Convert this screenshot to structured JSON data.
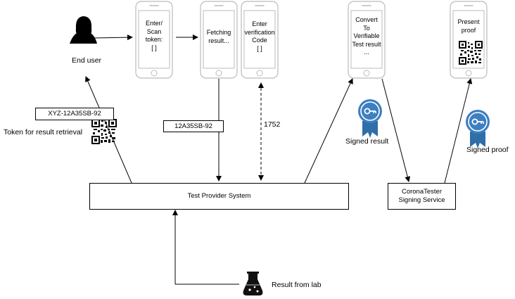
{
  "end_user": {
    "label": "End user"
  },
  "phones": [
    {
      "text": "Enter/\nScan\ntoken:\n[        ]"
    },
    {
      "text": "Fetching\nresult..."
    },
    {
      "text": "Enter\nverification\nCode\n[     ]"
    },
    {
      "text": "Convert\nTo\nVerifiable\nTest result\n..."
    },
    {
      "text": "Present\nproof"
    }
  ],
  "token": {
    "value": "XYZ-12A35SB-92",
    "caption": "Token for result retrieval"
  },
  "fetch_token": {
    "value": "12A35SB-92"
  },
  "verification_code": {
    "value": "1752"
  },
  "test_provider": {
    "label": "Test Provider System"
  },
  "signing_service": {
    "label": "CoronaTester\nSigning Service"
  },
  "signed_result": {
    "label": "Signed result"
  },
  "signed_proof": {
    "label": "Signed proof"
  },
  "lab": {
    "label": "Result from lab"
  },
  "colors": {
    "badge": "#3d7fc1",
    "phone": "#bbbbbb",
    "flask": "#111111"
  }
}
